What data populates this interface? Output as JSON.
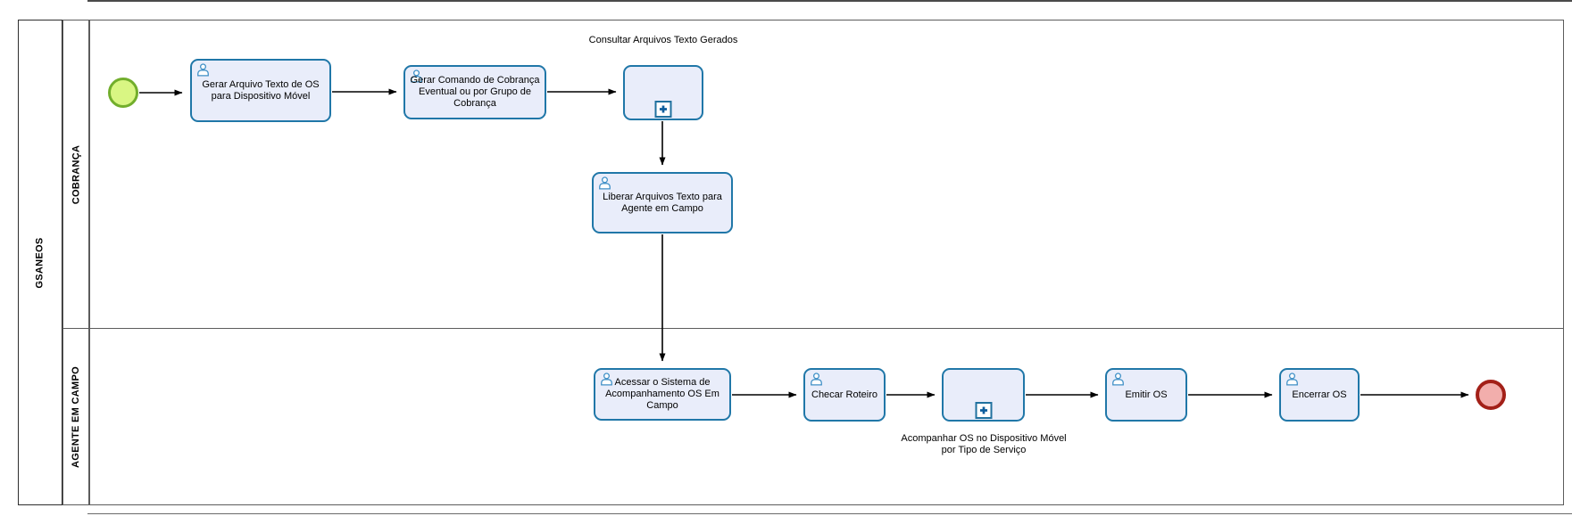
{
  "pool": {
    "label": "GSANEOS"
  },
  "lanes": {
    "cobranca": "COBRANÇA",
    "agente": "AGENTE EM CAMPO"
  },
  "nodes": {
    "gerar_arquivo_texto": "Gerar Arquivo Texto de OS para Dispositivo Móvel",
    "gerar_comando": "Gerar Comando de Cobrança Eventual ou por Grupo de Cobrança",
    "consultar_arquivos": "Consultar Arquivos Texto Gerados",
    "liberar_arquivos": "Liberar Arquivos Texto para Agente em Campo",
    "acessar_sistema": "Acessar o Sistema de Acompanhamento OS Em Campo",
    "checar_roteiro": "Checar Roteiro",
    "acompanhar_os": "Acompanhar OS no Dispositivo Móvel por Tipo de Serviço",
    "emitir_os": "Emitir OS",
    "encerrar_os": "Encerrar OS"
  },
  "icons": {
    "user_task": "person-icon",
    "subprocess_expand": "plus-icon"
  },
  "colors": {
    "task_fill": "#E9EDFA",
    "task_border": "#2077A8",
    "icon_blue": "#3E8FC6",
    "start_fill": "#D9F683",
    "start_border": "#72AE2C",
    "end_fill": "#F2AEAC",
    "end_border": "#A32018",
    "flow_line": "#000000"
  }
}
